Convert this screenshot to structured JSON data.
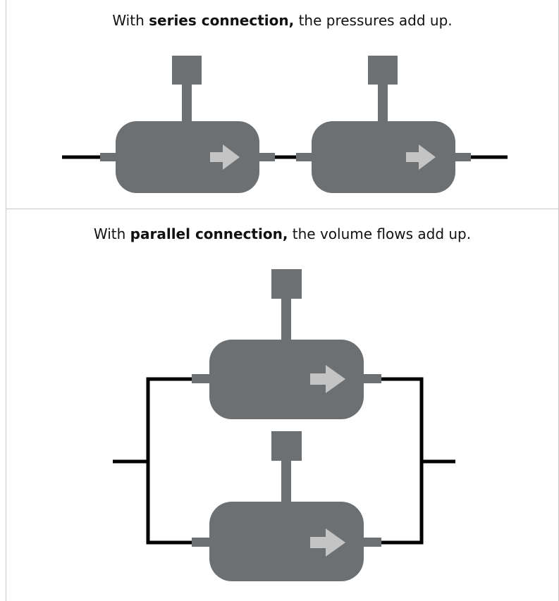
{
  "series": {
    "caption_pre": "With ",
    "caption_bold": "series connection,",
    "caption_post": " the pressures add up."
  },
  "parallel": {
    "caption_pre": "With ",
    "caption_bold": "parallel connection,",
    "caption_post": " the volume flows add up."
  },
  "colors": {
    "pump_body": "#6c7073",
    "arrow": "#c4c4c4",
    "pipe": "#000000",
    "border": "#c8c8c8"
  }
}
